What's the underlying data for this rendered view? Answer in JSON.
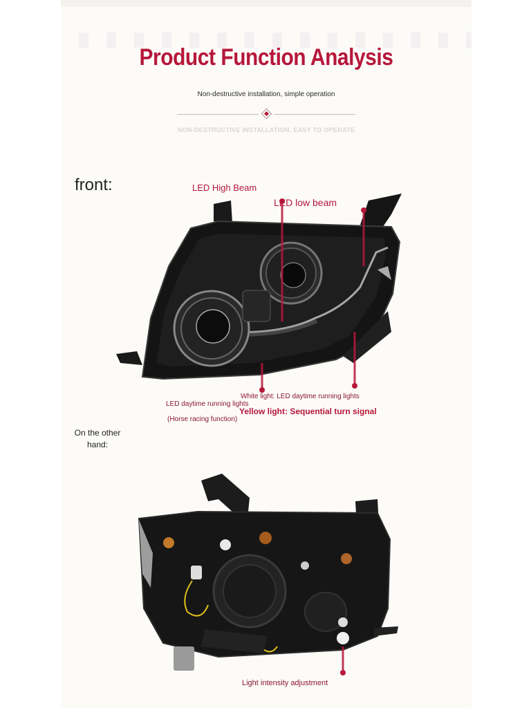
{
  "header": {
    "title": "Product Function Analysis",
    "subtitle": "Non-destructive installation, simple operation",
    "subtitle_en": "NON-DESTRUCTIVE INSTALLATION, EASY TO OPERATE"
  },
  "front": {
    "label": "front:",
    "callouts": {
      "high_beam": "LED High Beam",
      "low_beam": "LED low beam",
      "drl": "LED daytime running lights",
      "drl_note": "(Horse racing function)",
      "white_light": "White light: LED daytime running lights",
      "yellow_light": "Yellow light: Sequential turn signal"
    }
  },
  "back": {
    "label": "On the other hand:",
    "callouts": {
      "intensity": "Light intensity adjustment"
    }
  },
  "colors": {
    "accent": "#b6173a",
    "background": "#fcfbf8",
    "housing": "#151515"
  }
}
